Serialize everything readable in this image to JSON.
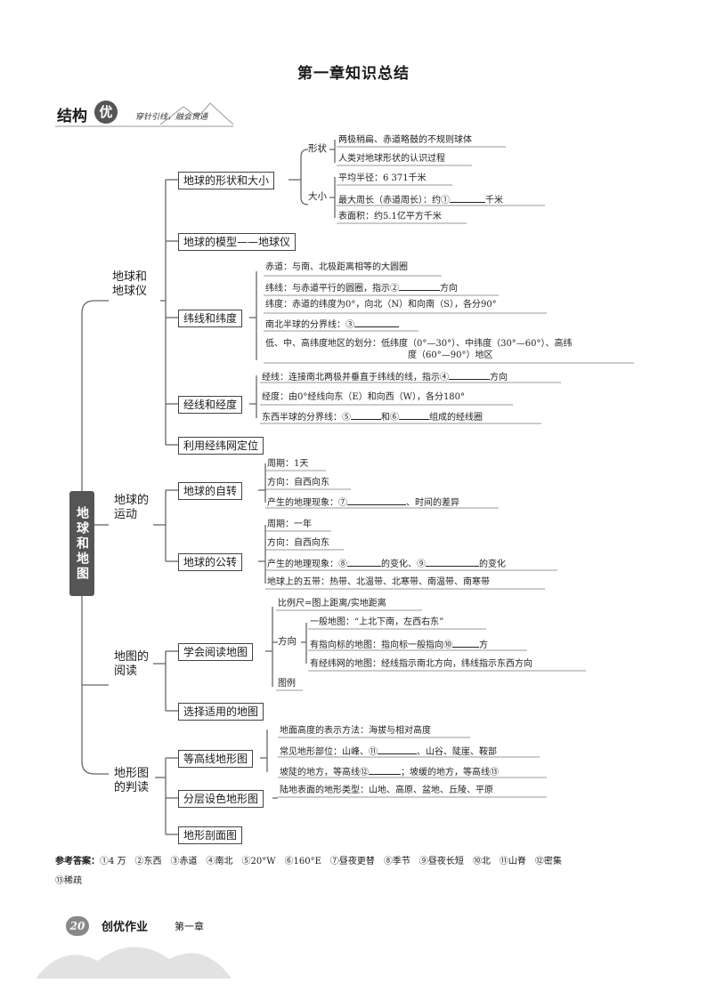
{
  "page_title": "第一章知识总结",
  "section": {
    "main": "结构",
    "highlight": "优",
    "subtitle": "穿针引线，融会贯通"
  },
  "root_label": "地球和地图",
  "branches": {
    "b1": "地球和\n地球仪",
    "b2": "地球的\n运动",
    "b3": "地图的\n阅读",
    "b4": "地形图\n的判读"
  },
  "boxes": {
    "shape_size": "地球的形状和大小",
    "model": "地球的模型——地球仪",
    "lat": "纬线和纬度",
    "lon": "经线和经度",
    "grid": "利用经纬网定位",
    "rotation": "地球的自转",
    "revolution": "地球的公转",
    "readmap": "学会阅读地图",
    "choosemap": "选择适用的地图",
    "contour": "等高线地形图",
    "layered": "分层设色地形图",
    "profile": "地形剖面图"
  },
  "labels": {
    "shape": "形状",
    "size": "大小",
    "direction": "方向"
  },
  "leaves": {
    "shape1": "两极稍扁、赤道略鼓的不规则球体",
    "shape2": "人类对地球形状的认识过程",
    "size1": "平均半径：6 371千米",
    "size2a": "最大周长（赤道周长）：约①",
    "size2b": "千米",
    "size3": "表面积：约5.1亿平方千米",
    "lat1": "赤道：与南、北极距离相等的大圆圈",
    "lat2a": "纬线：与赤道平行的圆圈，指示②",
    "lat2b": "方向",
    "lat3": "纬度：赤道的纬度为0°，向北（N）和向南（S），各分90°",
    "lat4": "南北半球的分界线：③",
    "lat5": "低、中、高纬度地区的划分：低纬度（0°—30°）、中纬度（30°—60°）、高纬",
    "lat5b": "度（60°—90°）地区",
    "lon1a": "经线：连接南北两极并垂直于纬线的线，指示④",
    "lon1b": "方向",
    "lon2": "经度：由0°经线向东（E）和向西（W），各分180°",
    "lon3a": "东西半球的分界线：⑤",
    "lon3b": "和⑥",
    "lon3c": "组成的经线圈",
    "rot1": "周期：1天",
    "rot2": "方向：自西向东",
    "rot3a": "产生的地理现象：⑦",
    "rot3b": "、时间的差异",
    "rev1": "周期：一年",
    "rev2": "方向：自西向东",
    "rev3a": "产生的地理现象：⑧",
    "rev3b": "的变化、⑨",
    "rev3c": "的变化",
    "rev4": "地球上的五带：热带、北温带、北寒带、南温带、南寒带",
    "map1": "比例尺=图上距离/实地距离",
    "map2": "一般地图：“上北下南，左西右东”",
    "map3a": "有指向标的地图：指向标一般指向⑩",
    "map3b": "方",
    "map4": "有经纬网的地图：经线指示南北方向，纬线指示东西方向",
    "map5": "图例",
    "con1": "地面高度的表示方法：海拔与相对高度",
    "con2a": "常见地形部位：山峰、⑪",
    "con2b": "、山谷、陡崖、鞍部",
    "con3a": "坡陡的地方，等高线⑫",
    "con3b": "；坡缓的地方，等高线⑬",
    "lay1": "陆地表面的地形类型：山地、高原、盆地、丘陵、平原"
  },
  "answers": {
    "label": "参考答案：",
    "line1": "①4 万　②东西　③赤道　④南北　⑤20°W　⑥160°E　⑦昼夜更替　⑧季节　⑨昼夜长短　⑩北　⑪山脊　⑫密集",
    "line2": "⑬稀疏"
  },
  "footer": {
    "page_num": "20",
    "brand": "创优作业",
    "chapter": "第一章"
  }
}
